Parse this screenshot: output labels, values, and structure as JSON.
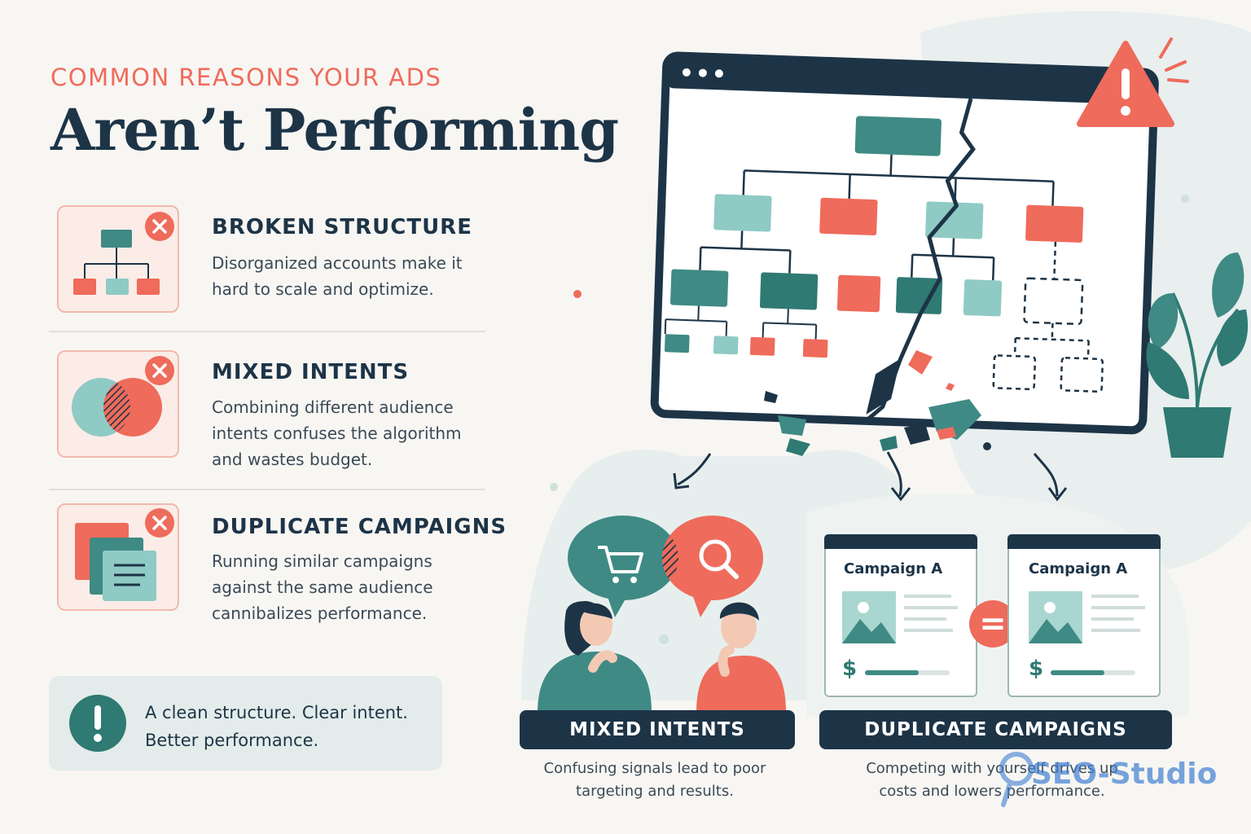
{
  "header": {
    "eyebrow": "COMMON REASONS YOUR ADS",
    "title": "Aren’t Performing"
  },
  "reasons": [
    {
      "title": "BROKEN STRUCTURE",
      "description": "Disorganized accounts make it hard to scale and optimize.",
      "icon": "hierarchy-icon"
    },
    {
      "title": "MIXED INTENTS",
      "description": "Combining different audience intents confuses the algorithm and wastes budget.",
      "icon": "venn-overlap-icon"
    },
    {
      "title": "DUPLICATE CAMPAIGNS",
      "description": "Running similar campaigns against the same audience cannibalizes performance.",
      "icon": "stacked-documents-icon"
    }
  ],
  "callout": {
    "text": "A clean structure. Clear intent. Better performance.",
    "icon": "exclamation-icon"
  },
  "panels": {
    "mixed": {
      "label": "MIXED INTENTS",
      "description": "Confusing signals lead to poor targeting and results.",
      "icons": [
        "shopping-cart-icon",
        "magnifier-icon"
      ]
    },
    "duplicate": {
      "label": "DUPLICATE CAMPAIGNS",
      "description": "Competing with yourself drives up costs and lowers performance.",
      "campaign_a": "Campaign A",
      "campaign_b": "Campaign A",
      "currency": "$",
      "equals": "="
    }
  },
  "watermark": "SEO-Studio",
  "colors": {
    "coral": "#ef6b5b",
    "teal": "#3f8a84",
    "light_teal": "#8fcac5",
    "navy": "#1d3447",
    "background": "#f8f6f3"
  }
}
